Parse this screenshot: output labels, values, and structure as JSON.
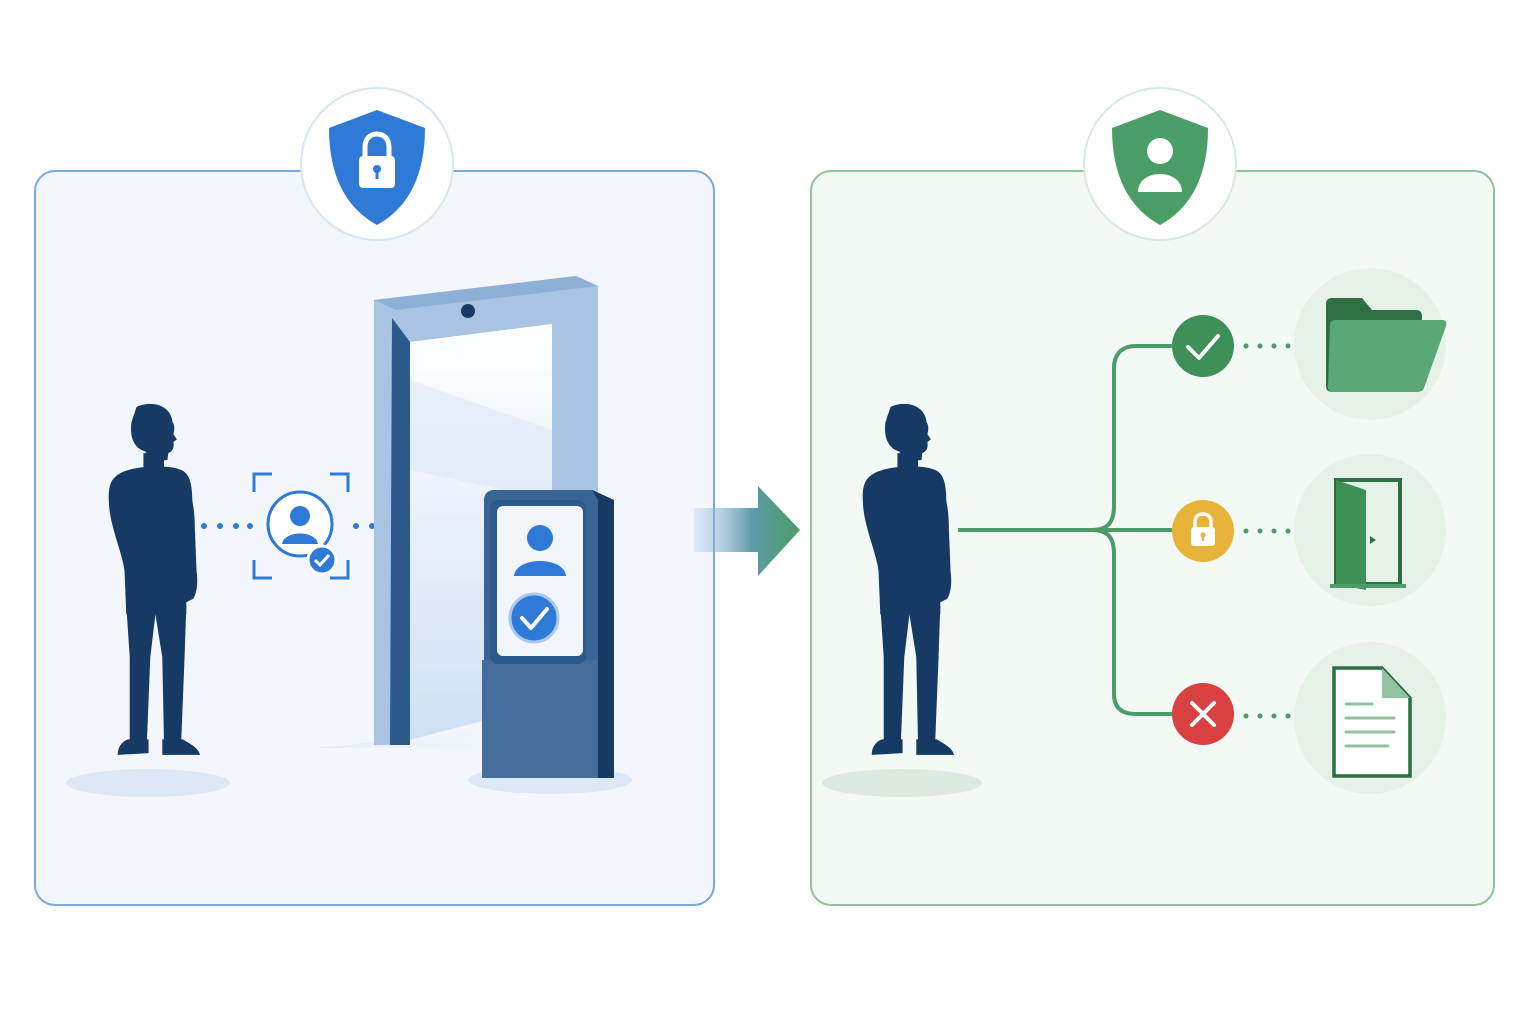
{
  "colors": {
    "blue_accent": "#2f7ad6",
    "blue_panel_border": "#7aa8e0",
    "blue_panel_fill": "#f3f7fd",
    "navy_silhouette": "#163a63",
    "green_accent": "#4a9d67",
    "green_panel_border": "#8fc29e",
    "green_panel_fill": "#f3f9f4",
    "amber_lock": "#e8b339",
    "red_deny": "#d94140"
  },
  "panels": [
    {
      "id": "authentication",
      "badge_icon": "shield-lock-icon",
      "elements": [
        "person-silhouette",
        "face-scan-icon",
        "security-gate",
        "verification-kiosk"
      ]
    },
    {
      "id": "authorization",
      "badge_icon": "shield-user-icon",
      "elements": [
        "person-silhouette",
        "access-tree"
      ]
    }
  ],
  "flow_arrow_icon": "arrow-right-icon",
  "access_outcomes": [
    {
      "status": "granted",
      "status_icon": "check-icon",
      "resource_icon": "folder-icon"
    },
    {
      "status": "restricted",
      "status_icon": "lock-icon",
      "resource_icon": "door-icon"
    },
    {
      "status": "denied",
      "status_icon": "x-icon",
      "resource_icon": "document-icon"
    }
  ]
}
